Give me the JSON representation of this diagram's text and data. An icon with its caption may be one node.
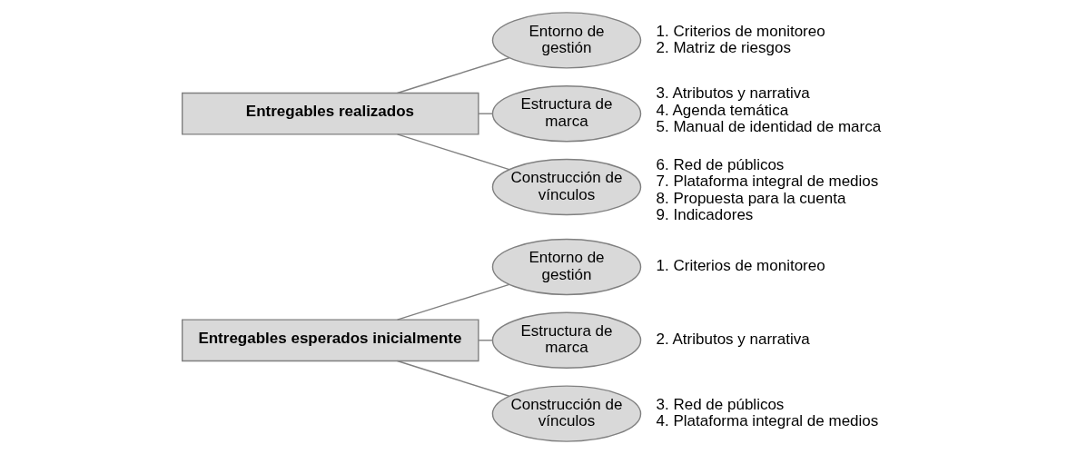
{
  "diagram": {
    "nodes": [
      {
        "text": [
          "Entregables esperados inicialmente"
        ]
      },
      {
        "text": [
          "Entorno de gestión"
        ],
        "beside": [
          "1. Criterios de monitoreo"
        ]
      },
      {
        "text": [
          "Estructura de marca"
        ],
        "beside": [
          "2. Atributos y narrativa"
        ]
      },
      {
        "text": [
          "Construcción de vínculos"
        ],
        "beside": [
          "3. Red de públicos",
          "4. Plataforma integral de medios"
        ]
      },
      {
        "text": [
          "Entregables realizados"
        ]
      },
      {
        "text": [
          "Entorno de gestión"
        ],
        "beside": [
          "1. Criterios de monitoreo",
          "2. Matriz de riesgos"
        ]
      },
      {
        "text": [
          "Estructura de marca"
        ],
        "beside": [
          "3. Atributos y narrativa",
          "4. Agenda temática",
          "5. Manual de identidad de marca"
        ]
      },
      {
        "text": [
          "Construcción de vínculos"
        ],
        "beside": [
          "6. Red de públicos",
          "7. Plataforma integral de medios",
          "8. Propuesta para la cuenta",
          "9. Indicadores"
        ]
      }
    ],
    "edges": [
      {
        "from": 0,
        "to": 1,
        "arrow": "none"
      },
      {
        "from": 0,
        "to": 2,
        "arrow": "none"
      },
      {
        "from": 0,
        "to": 3,
        "arrow": "none"
      },
      {
        "from": 4,
        "to": 5,
        "arrow": "none"
      },
      {
        "from": 4,
        "to": 6,
        "arrow": "none"
      },
      {
        "from": 4,
        "to": 7,
        "arrow": "none"
      }
    ]
  }
}
